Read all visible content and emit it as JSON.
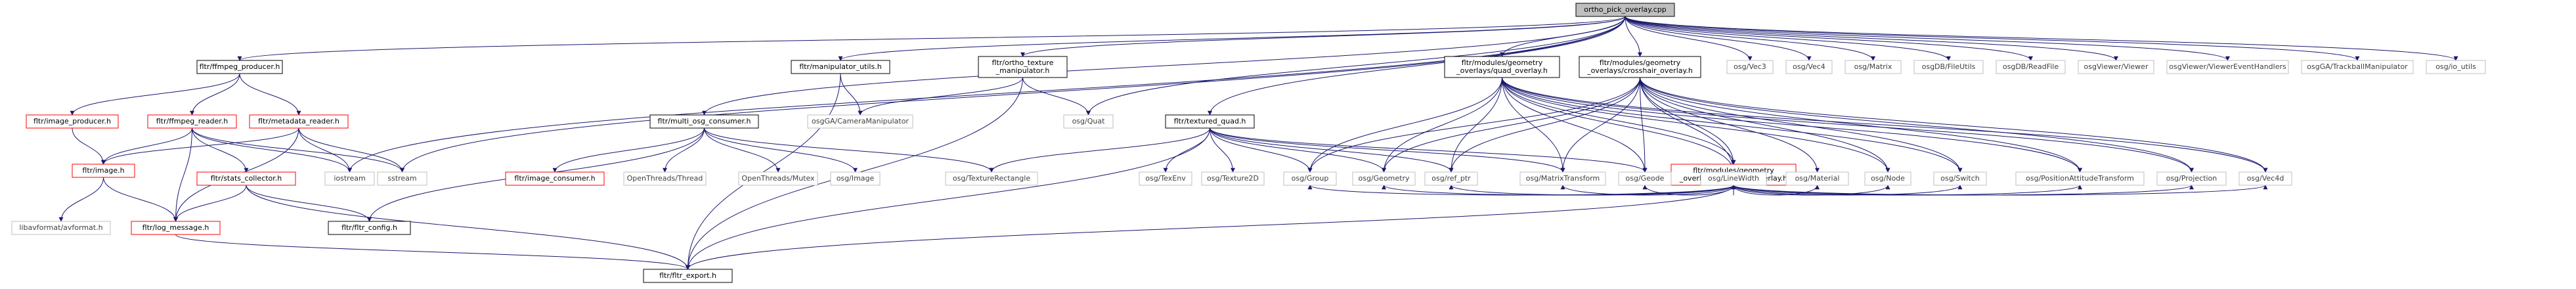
{
  "colors": {
    "edge": "#191970",
    "text": "#000000",
    "text_muted": "#404040",
    "border_default": "#000000",
    "border_red": "#ff0000",
    "border_gray": "#bfbfbf",
    "fill_root": "#bfbfbf",
    "fill_default": "#ffffff"
  },
  "nodes": [
    {
      "id": "root",
      "lines": [
        "ortho_pick_overlay.cpp"
      ],
      "style": "root"
    },
    {
      "id": "ffmpeg_producer",
      "lines": [
        "fltr/ffmpeg_producer.h"
      ],
      "style": "default"
    },
    {
      "id": "manipulator_utils",
      "lines": [
        "fltr/manipulator_utils.h"
      ],
      "style": "default"
    },
    {
      "id": "ortho_tex",
      "lines": [
        "fltr/ortho_texture",
        "_manipulator.h"
      ],
      "style": "default"
    },
    {
      "id": "quad_overlay",
      "lines": [
        "fltr/modules/geometry",
        "_overlays/quad_overlay.h"
      ],
      "style": "default"
    },
    {
      "id": "crosshair_overlay",
      "lines": [
        "fltr/modules/geometry",
        "_overlays/crosshair_overlay.h"
      ],
      "style": "default"
    },
    {
      "id": "osgVec3",
      "lines": [
        "osg/Vec3"
      ],
      "style": "gray"
    },
    {
      "id": "osgVec4",
      "lines": [
        "osg/Vec4"
      ],
      "style": "gray"
    },
    {
      "id": "osgMatrix",
      "lines": [
        "osg/Matrix"
      ],
      "style": "gray"
    },
    {
      "id": "osgDBFileUtils",
      "lines": [
        "osgDB/FileUtils"
      ],
      "style": "gray"
    },
    {
      "id": "osgDBReadFile",
      "lines": [
        "osgDB/ReadFile"
      ],
      "style": "gray"
    },
    {
      "id": "osgViewerViewer",
      "lines": [
        "osgViewer/Viewer"
      ],
      "style": "gray"
    },
    {
      "id": "osgViewerEH",
      "lines": [
        "osgViewer/ViewerEventHandlers"
      ],
      "style": "gray"
    },
    {
      "id": "osgGATrackball",
      "lines": [
        "osgGA/TrackballManipulator"
      ],
      "style": "gray"
    },
    {
      "id": "osgio",
      "lines": [
        "osg/io_utils"
      ],
      "style": "gray"
    },
    {
      "id": "image_producer",
      "lines": [
        "fltr/image_producer.h"
      ],
      "style": "red"
    },
    {
      "id": "ffmpeg_reader",
      "lines": [
        "fltr/ffmpeg_reader.h"
      ],
      "style": "red"
    },
    {
      "id": "metadata_reader",
      "lines": [
        "fltr/metadata_reader.h"
      ],
      "style": "red"
    },
    {
      "id": "multi_osg",
      "lines": [
        "fltr/multi_osg_consumer.h"
      ],
      "style": "default"
    },
    {
      "id": "camera_manip",
      "lines": [
        "osgGA/CameraManipulator"
      ],
      "style": "gray"
    },
    {
      "id": "osgQuat",
      "lines": [
        "osg/Quat"
      ],
      "style": "gray"
    },
    {
      "id": "textured_quad",
      "lines": [
        "fltr/textured_quad.h"
      ],
      "style": "default"
    },
    {
      "id": "geometry_overlay",
      "lines": [
        "fltr/modules/geometry",
        "_overlays/geometry_overlay.h"
      ],
      "style": "red"
    },
    {
      "id": "fltr_image",
      "lines": [
        "fltr/image.h"
      ],
      "style": "red"
    },
    {
      "id": "stats_collector",
      "lines": [
        "fltr/stats_collector.h"
      ],
      "style": "red"
    },
    {
      "id": "iostream",
      "lines": [
        "iostream"
      ],
      "style": "gray"
    },
    {
      "id": "sstream",
      "lines": [
        "sstream"
      ],
      "style": "gray"
    },
    {
      "id": "image_consumer",
      "lines": [
        "fltr/image_consumer.h"
      ],
      "style": "red"
    },
    {
      "id": "ot_thread",
      "lines": [
        "OpenThreads/Thread"
      ],
      "style": "gray"
    },
    {
      "id": "ot_mutex",
      "lines": [
        "OpenThreads/Mutex"
      ],
      "style": "gray"
    },
    {
      "id": "osgImage",
      "lines": [
        "osg/Image"
      ],
      "style": "gray"
    },
    {
      "id": "osgTexRect",
      "lines": [
        "osg/TextureRectangle"
      ],
      "style": "gray"
    },
    {
      "id": "osgTexEnv",
      "lines": [
        "osg/TexEnv"
      ],
      "style": "gray"
    },
    {
      "id": "osgTex2D",
      "lines": [
        "osg/Texture2D"
      ],
      "style": "gray"
    },
    {
      "id": "osgGroup",
      "lines": [
        "osg/Group"
      ],
      "style": "gray"
    },
    {
      "id": "osgGeometry",
      "lines": [
        "osg/Geometry"
      ],
      "style": "gray"
    },
    {
      "id": "osgRefPtr",
      "lines": [
        "osg/ref_ptr"
      ],
      "style": "gray"
    },
    {
      "id": "osgMatrixTransform",
      "lines": [
        "osg/MatrixTransform"
      ],
      "style": "gray"
    },
    {
      "id": "osgGeode",
      "lines": [
        "osg/Geode"
      ],
      "style": "gray"
    },
    {
      "id": "osgLineWidth",
      "lines": [
        "osg/LineWidth"
      ],
      "style": "gray"
    },
    {
      "id": "osgMaterial",
      "lines": [
        "osg/Material"
      ],
      "style": "gray"
    },
    {
      "id": "osgNode",
      "lines": [
        "osg/Node"
      ],
      "style": "gray"
    },
    {
      "id": "osgSwitch",
      "lines": [
        "osg/Switch"
      ],
      "style": "gray"
    },
    {
      "id": "osgPAT",
      "lines": [
        "osg/PositionAttitudeTransform"
      ],
      "style": "gray"
    },
    {
      "id": "osgProjection",
      "lines": [
        "osg/Projection"
      ],
      "style": "gray"
    },
    {
      "id": "osgVec4d",
      "lines": [
        "osg/Vec4d"
      ],
      "style": "gray"
    },
    {
      "id": "libavformat",
      "lines": [
        "libavformat/avformat.h"
      ],
      "style": "gray"
    },
    {
      "id": "log_message",
      "lines": [
        "fltr/log_message.h"
      ],
      "style": "red"
    },
    {
      "id": "fltr_config",
      "lines": [
        "fltr/fltr_config.h"
      ],
      "style": "default"
    },
    {
      "id": "fltr_export",
      "lines": [
        "fltr/fltr_export.h"
      ],
      "style": "default"
    }
  ],
  "edges": [
    [
      "root",
      "ffmpeg_producer"
    ],
    [
      "root",
      "manipulator_utils"
    ],
    [
      "root",
      "ortho_tex"
    ],
    [
      "root",
      "quad_overlay"
    ],
    [
      "root",
      "crosshair_overlay"
    ],
    [
      "root",
      "osgVec3"
    ],
    [
      "root",
      "osgVec4"
    ],
    [
      "root",
      "osgMatrix"
    ],
    [
      "root",
      "osgDBFileUtils"
    ],
    [
      "root",
      "osgDBReadFile"
    ],
    [
      "root",
      "osgViewerViewer"
    ],
    [
      "root",
      "osgViewerEH"
    ],
    [
      "root",
      "osgGATrackball"
    ],
    [
      "root",
      "osgio"
    ],
    [
      "root",
      "multi_osg"
    ],
    [
      "root",
      "textured_quad"
    ],
    [
      "root",
      "iostream"
    ],
    [
      "root",
      "sstream"
    ],
    [
      "root",
      "osgQuat"
    ],
    [
      "ffmpeg_producer",
      "image_producer"
    ],
    [
      "ffmpeg_producer",
      "ffmpeg_reader"
    ],
    [
      "ffmpeg_producer",
      "metadata_reader"
    ],
    [
      "image_producer",
      "fltr_image"
    ],
    [
      "ffmpeg_reader",
      "fltr_image"
    ],
    [
      "ffmpeg_reader",
      "stats_collector"
    ],
    [
      "ffmpeg_reader",
      "log_message"
    ],
    [
      "ffmpeg_reader",
      "iostream"
    ],
    [
      "ffmpeg_reader",
      "sstream"
    ],
    [
      "metadata_reader",
      "fltr_image"
    ],
    [
      "metadata_reader",
      "log_message"
    ],
    [
      "metadata_reader",
      "iostream"
    ],
    [
      "metadata_reader",
      "sstream"
    ],
    [
      "fltr_image",
      "libavformat"
    ],
    [
      "fltr_image",
      "log_message"
    ],
    [
      "stats_collector",
      "log_message"
    ],
    [
      "stats_collector",
      "fltr_config"
    ],
    [
      "stats_collector",
      "fltr_export"
    ],
    [
      "log_message",
      "fltr_export"
    ],
    [
      "manipulator_utils",
      "camera_manip"
    ],
    [
      "manipulator_utils",
      "fltr_export"
    ],
    [
      "ortho_tex",
      "camera_manip"
    ],
    [
      "ortho_tex",
      "osgQuat"
    ],
    [
      "ortho_tex",
      "fltr_export"
    ],
    [
      "multi_osg",
      "image_consumer"
    ],
    [
      "multi_osg",
      "ot_thread"
    ],
    [
      "multi_osg",
      "ot_mutex"
    ],
    [
      "multi_osg",
      "osgImage"
    ],
    [
      "multi_osg",
      "osgTexRect"
    ],
    [
      "multi_osg",
      "fltr_config"
    ],
    [
      "textured_quad",
      "osgTexRect"
    ],
    [
      "textured_quad",
      "osgTexEnv"
    ],
    [
      "textured_quad",
      "osgTex2D"
    ],
    [
      "textured_quad",
      "osgGroup"
    ],
    [
      "textured_quad",
      "osgGeometry"
    ],
    [
      "textured_quad",
      "osgRefPtr"
    ],
    [
      "textured_quad",
      "osgMatrixTransform"
    ],
    [
      "textured_quad",
      "osgGeode"
    ],
    [
      "textured_quad",
      "fltr_export"
    ],
    [
      "quad_overlay",
      "geometry_overlay"
    ],
    [
      "quad_overlay",
      "osgGroup"
    ],
    [
      "quad_overlay",
      "osgGeometry"
    ],
    [
      "quad_overlay",
      "osgRefPtr"
    ],
    [
      "quad_overlay",
      "osgMatrixTransform"
    ],
    [
      "quad_overlay",
      "osgGeode"
    ],
    [
      "quad_overlay",
      "osgLineWidth"
    ],
    [
      "quad_overlay",
      "osgNode"
    ],
    [
      "quad_overlay",
      "osgSwitch"
    ],
    [
      "quad_overlay",
      "osgPAT"
    ],
    [
      "quad_overlay",
      "osgProjection"
    ],
    [
      "quad_overlay",
      "osgVec4d"
    ],
    [
      "crosshair_overlay",
      "geometry_overlay"
    ],
    [
      "crosshair_overlay",
      "osgGroup"
    ],
    [
      "crosshair_overlay",
      "osgGeometry"
    ],
    [
      "crosshair_overlay",
      "osgRefPtr"
    ],
    [
      "crosshair_overlay",
      "osgMatrixTransform"
    ],
    [
      "crosshair_overlay",
      "osgGeode"
    ],
    [
      "crosshair_overlay",
      "osgLineWidth"
    ],
    [
      "crosshair_overlay",
      "osgMaterial"
    ],
    [
      "crosshair_overlay",
      "osgNode"
    ],
    [
      "crosshair_overlay",
      "osgSwitch"
    ],
    [
      "crosshair_overlay",
      "osgPAT"
    ],
    [
      "crosshair_overlay",
      "osgProjection"
    ],
    [
      "crosshair_overlay",
      "osgVec4d"
    ],
    [
      "geometry_overlay",
      "osgGroup"
    ],
    [
      "geometry_overlay",
      "osgGeometry"
    ],
    [
      "geometry_overlay",
      "osgRefPtr"
    ],
    [
      "geometry_overlay",
      "osgMatrixTransform"
    ],
    [
      "geometry_overlay",
      "osgGeode"
    ],
    [
      "geometry_overlay",
      "osgLineWidth"
    ],
    [
      "geometry_overlay",
      "osgMaterial"
    ],
    [
      "geometry_overlay",
      "osgNode"
    ],
    [
      "geometry_overlay",
      "osgSwitch"
    ],
    [
      "geometry_overlay",
      "osgPAT"
    ],
    [
      "geometry_overlay",
      "osgProjection"
    ],
    [
      "geometry_overlay",
      "osgVec4d"
    ],
    [
      "geometry_overlay",
      "fltr_export"
    ]
  ]
}
